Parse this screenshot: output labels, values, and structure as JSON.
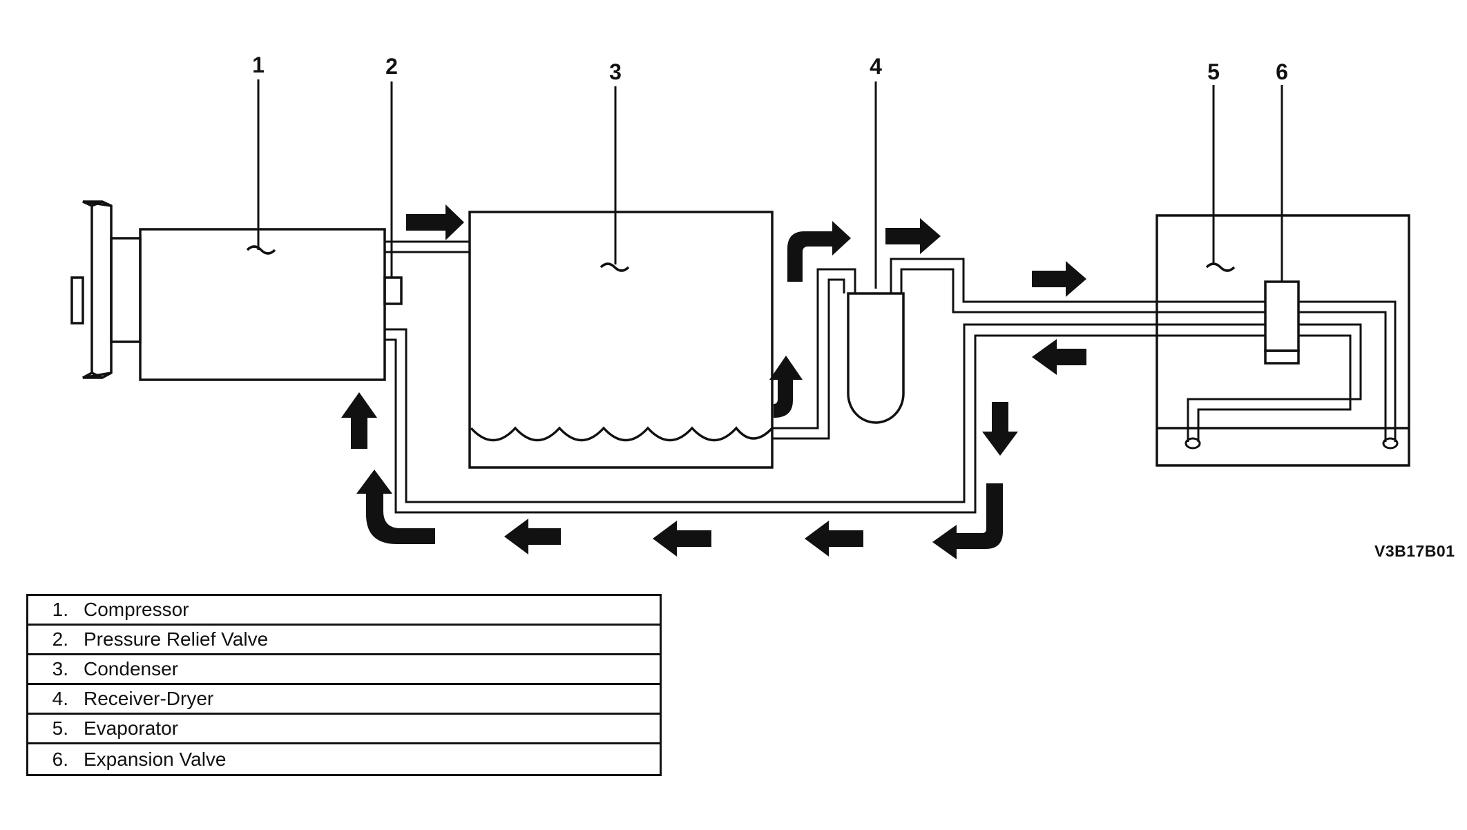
{
  "callouts": [
    "1",
    "2",
    "3",
    "4",
    "5",
    "6"
  ],
  "reference_code": "V3B17B01",
  "legend": [
    {
      "num": "1.",
      "label": "Compressor"
    },
    {
      "num": "2.",
      "label": "Pressure Relief Valve"
    },
    {
      "num": "3.",
      "label": "Condenser"
    },
    {
      "num": "4.",
      "label": "Receiver-Dryer"
    },
    {
      "num": "5.",
      "label": "Evaporator"
    },
    {
      "num": "6.",
      "label": "Expansion Valve"
    }
  ]
}
